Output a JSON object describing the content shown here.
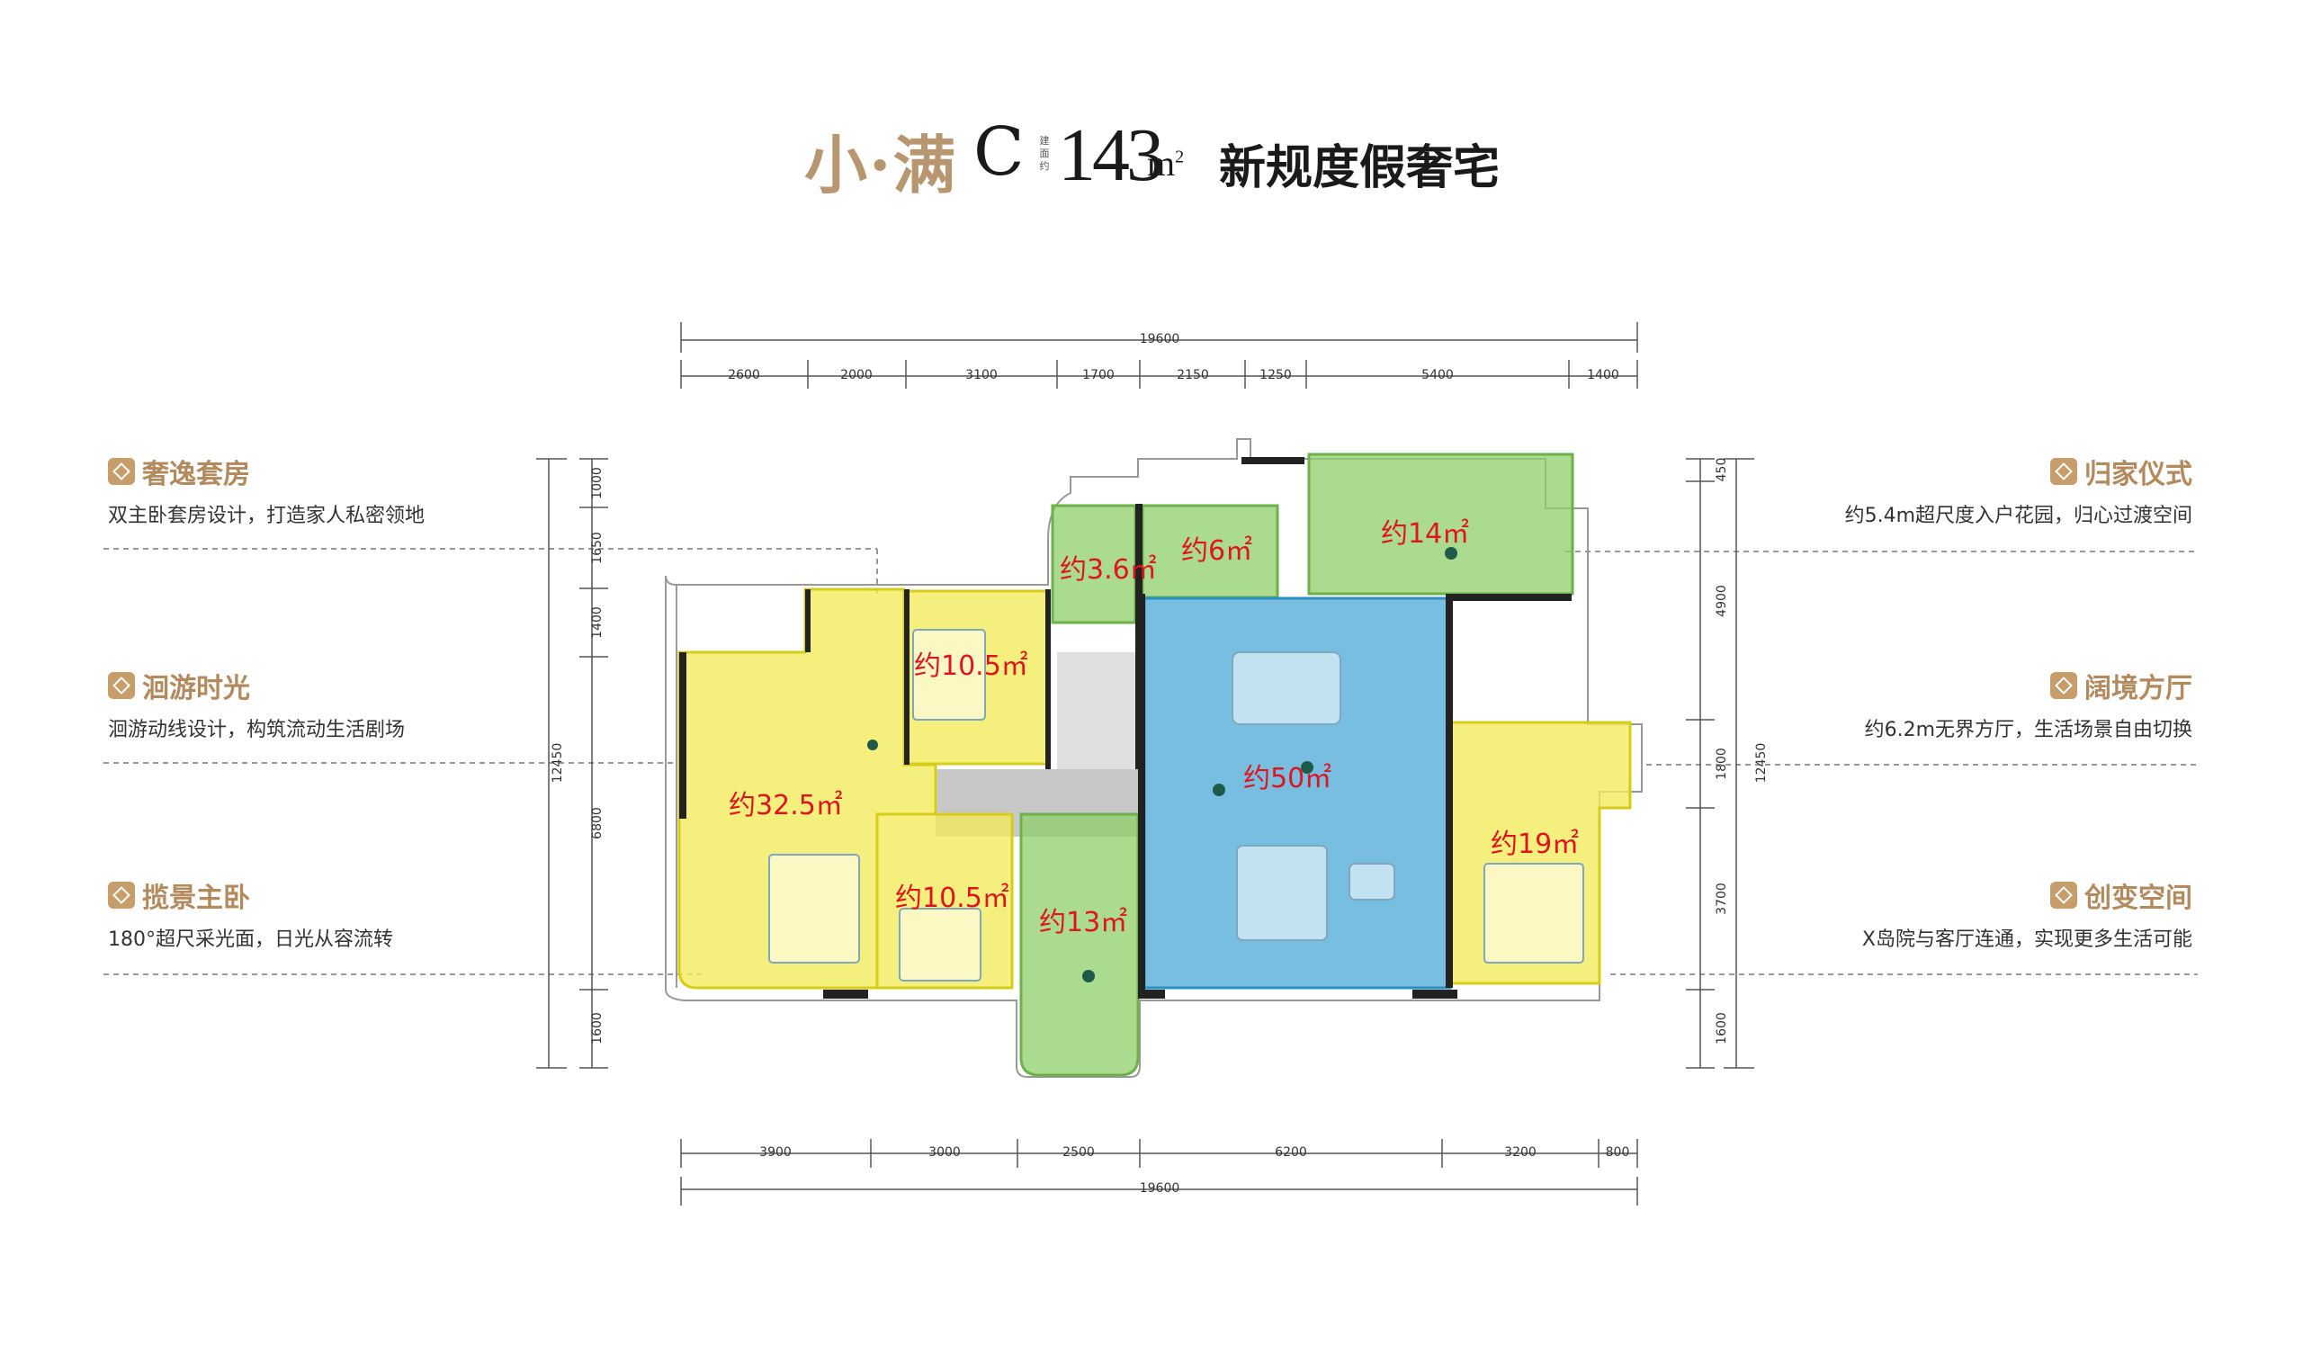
{
  "title": {
    "brand": "小·满",
    "type": "C",
    "area_caption": "建面约",
    "area": "143",
    "unit": "m",
    "unit_sup": "2",
    "slogan": "新规度假奢宅"
  },
  "features_left": [
    {
      "title": "奢逸套房",
      "desc": "双主卧套房设计，打造家人私密领地"
    },
    {
      "title": "洄游时光",
      "desc": "洄游动线设计，构筑流动生活剧场"
    },
    {
      "title": "揽景主卧",
      "desc": "180°超尺采光面，日光从容流转"
    }
  ],
  "features_right": [
    {
      "title": "归家仪式",
      "desc": "约5.4m超尺度入户花园，归心过渡空间"
    },
    {
      "title": "阔境方厅",
      "desc": "约6.2m无界方厅，生活场景自由切换"
    },
    {
      "title": "创变空间",
      "desc": "X岛院与客厅连通，实现更多生活可能"
    }
  ],
  "dimensions": {
    "top_total": "19600",
    "top_segments": [
      "2600",
      "2000",
      "3100",
      "1700",
      "2150",
      "1250",
      "5400",
      "1400"
    ],
    "bottom_total": "19600",
    "bottom_segments": [
      "3900",
      "3000",
      "2500",
      "6200",
      "3200",
      "800"
    ],
    "left_total": "12450",
    "left_segments": [
      "1000",
      "1650",
      "1400",
      "6800",
      "1600"
    ],
    "right_total": "12450",
    "right_segments": [
      "450",
      "4900",
      "1800",
      "3700",
      "1600"
    ]
  },
  "rooms": [
    {
      "label": "约3.6㎡"
    },
    {
      "label": "约6㎡"
    },
    {
      "label": "约14㎡"
    },
    {
      "label": "约10.5㎡"
    },
    {
      "label": "约32.5㎡"
    },
    {
      "label": "约50㎡"
    },
    {
      "label": "约10.5㎡"
    },
    {
      "label": "约13㎡"
    },
    {
      "label": "约19㎡"
    }
  ],
  "colors": {
    "suite": "#f2ec58",
    "living": "#4ba8d6",
    "garden": "#8fcf6a",
    "accent": "#b38a5e",
    "label": "#e0141e"
  }
}
